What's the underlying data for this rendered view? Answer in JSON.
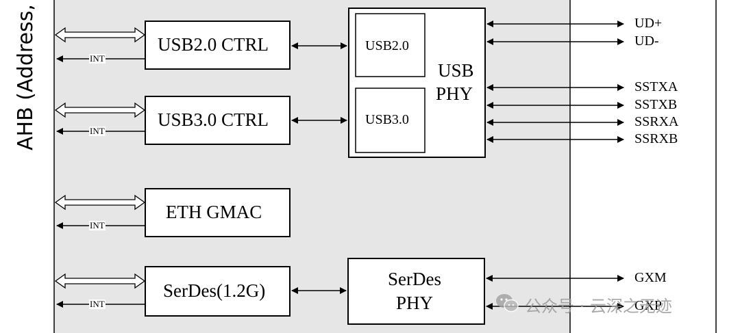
{
  "bus_title": "AHB (Address, V",
  "blocks": {
    "usb2_ctrl": "USB2.0 CTRL",
    "usb3_ctrl": "USB3.0 CTRL",
    "eth_gmac": "ETH GMAC",
    "serdes_ctrl": "SerDes(1.2G)",
    "usb_phy_line1": "USB",
    "usb_phy_line2": "PHY",
    "usb_phy_usb2": "USB2.0",
    "usb_phy_usb3": "USB3.0",
    "serdes_phy_line1": "SerDes",
    "serdes_phy_line2": "PHY"
  },
  "int_labels": [
    "INT",
    "INT",
    "INT",
    "INT"
  ],
  "signals": [
    "UD+",
    "UD-",
    "SSTXA",
    "SSTXB",
    "SSRXA",
    "SSRXB",
    "GXM",
    "GXP"
  ],
  "watermark": "公众号 · 云深之无迹",
  "colors": {
    "panel": "#e6e6e6",
    "stroke": "#000000",
    "block_fill": "#ffffff"
  }
}
